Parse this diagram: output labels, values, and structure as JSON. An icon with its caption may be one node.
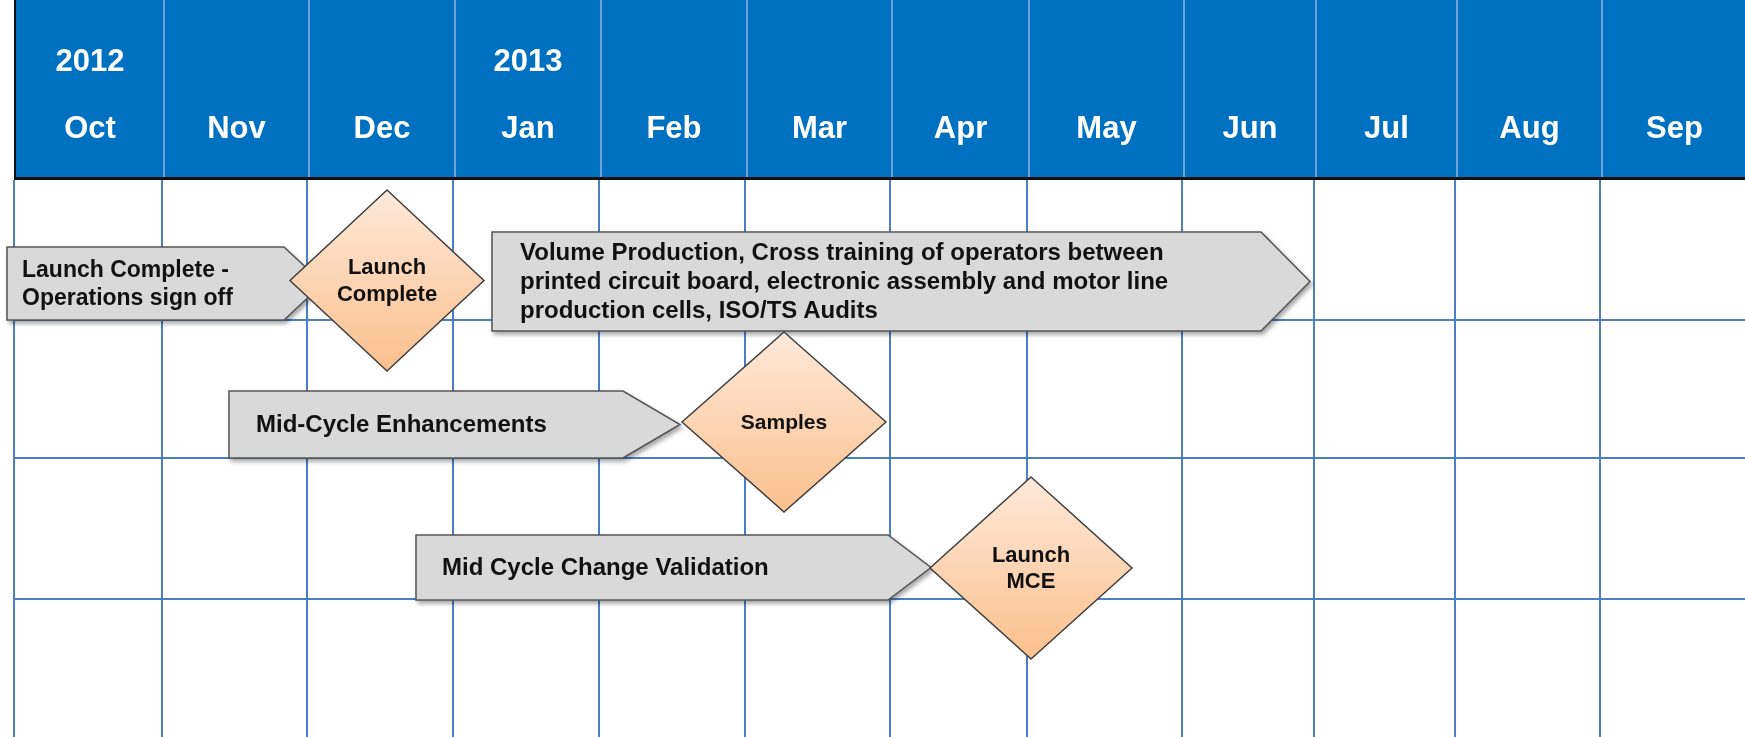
{
  "diagram": {
    "nodes": [
      {
        "text": [
          "Launch Complete - Operations sign off"
        ]
      },
      {
        "text": [
          "Launch Complete"
        ]
      },
      {
        "text": [
          "Volume Production, Cross training of operators between printed circuit board, electronic assembly and motor line production cells, ISO/TS Audits"
        ]
      },
      {
        "text": [
          "Mid-Cycle Enhancements"
        ]
      },
      {
        "text": [
          "Samples"
        ]
      },
      {
        "text": [
          "Mid Cycle Change Validation"
        ]
      },
      {
        "text": [
          "Launch MCE"
        ]
      }
    ],
    "labels": [
      "2012",
      "2013",
      "Oct",
      "Nov",
      "Dec",
      "Jan",
      "Feb",
      "Mar",
      "Apr",
      "May",
      "Jun",
      "Jul",
      "Aug",
      "Sep"
    ]
  }
}
